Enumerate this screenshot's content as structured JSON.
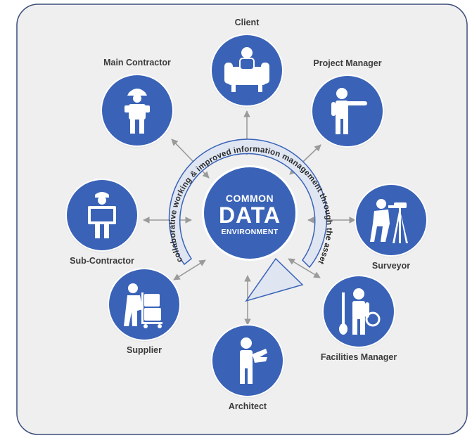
{
  "hub": {
    "line1": "COMMON",
    "line2": "DATA",
    "line3": "ENVIRONMENT"
  },
  "ring_text": "Enabling collaborative working & improved information management through the asset lifecycle",
  "roles": [
    {
      "id": "client",
      "label": "Client",
      "icon": "client-seated-icon"
    },
    {
      "id": "project-manager",
      "label": "Project Manager",
      "icon": "project-manager-pointing-icon"
    },
    {
      "id": "surveyor",
      "label": "Surveyor",
      "icon": "surveyor-tripod-icon"
    },
    {
      "id": "facilities-manager",
      "label": "Facilities Manager",
      "icon": "facilities-manager-tools-icon"
    },
    {
      "id": "architect",
      "label": "Architect",
      "icon": "architect-plans-icon"
    },
    {
      "id": "supplier",
      "label": "Supplier",
      "icon": "supplier-trolley-icon"
    },
    {
      "id": "sub-contractor",
      "label": "Sub-Contractor",
      "icon": "sub-contractor-plan-icon"
    },
    {
      "id": "main-contractor",
      "label": "Main Contractor",
      "icon": "main-contractor-hardhat-icon"
    }
  ],
  "colors": {
    "disc": "#3a63b7",
    "panel": "#efefef",
    "panel_border": "#3a4d7a",
    "arrow": "#9a9a9a",
    "ring_fill": "#dfe6f2",
    "ring_stroke": "#3a63b7",
    "label": "#3b3b3b"
  }
}
